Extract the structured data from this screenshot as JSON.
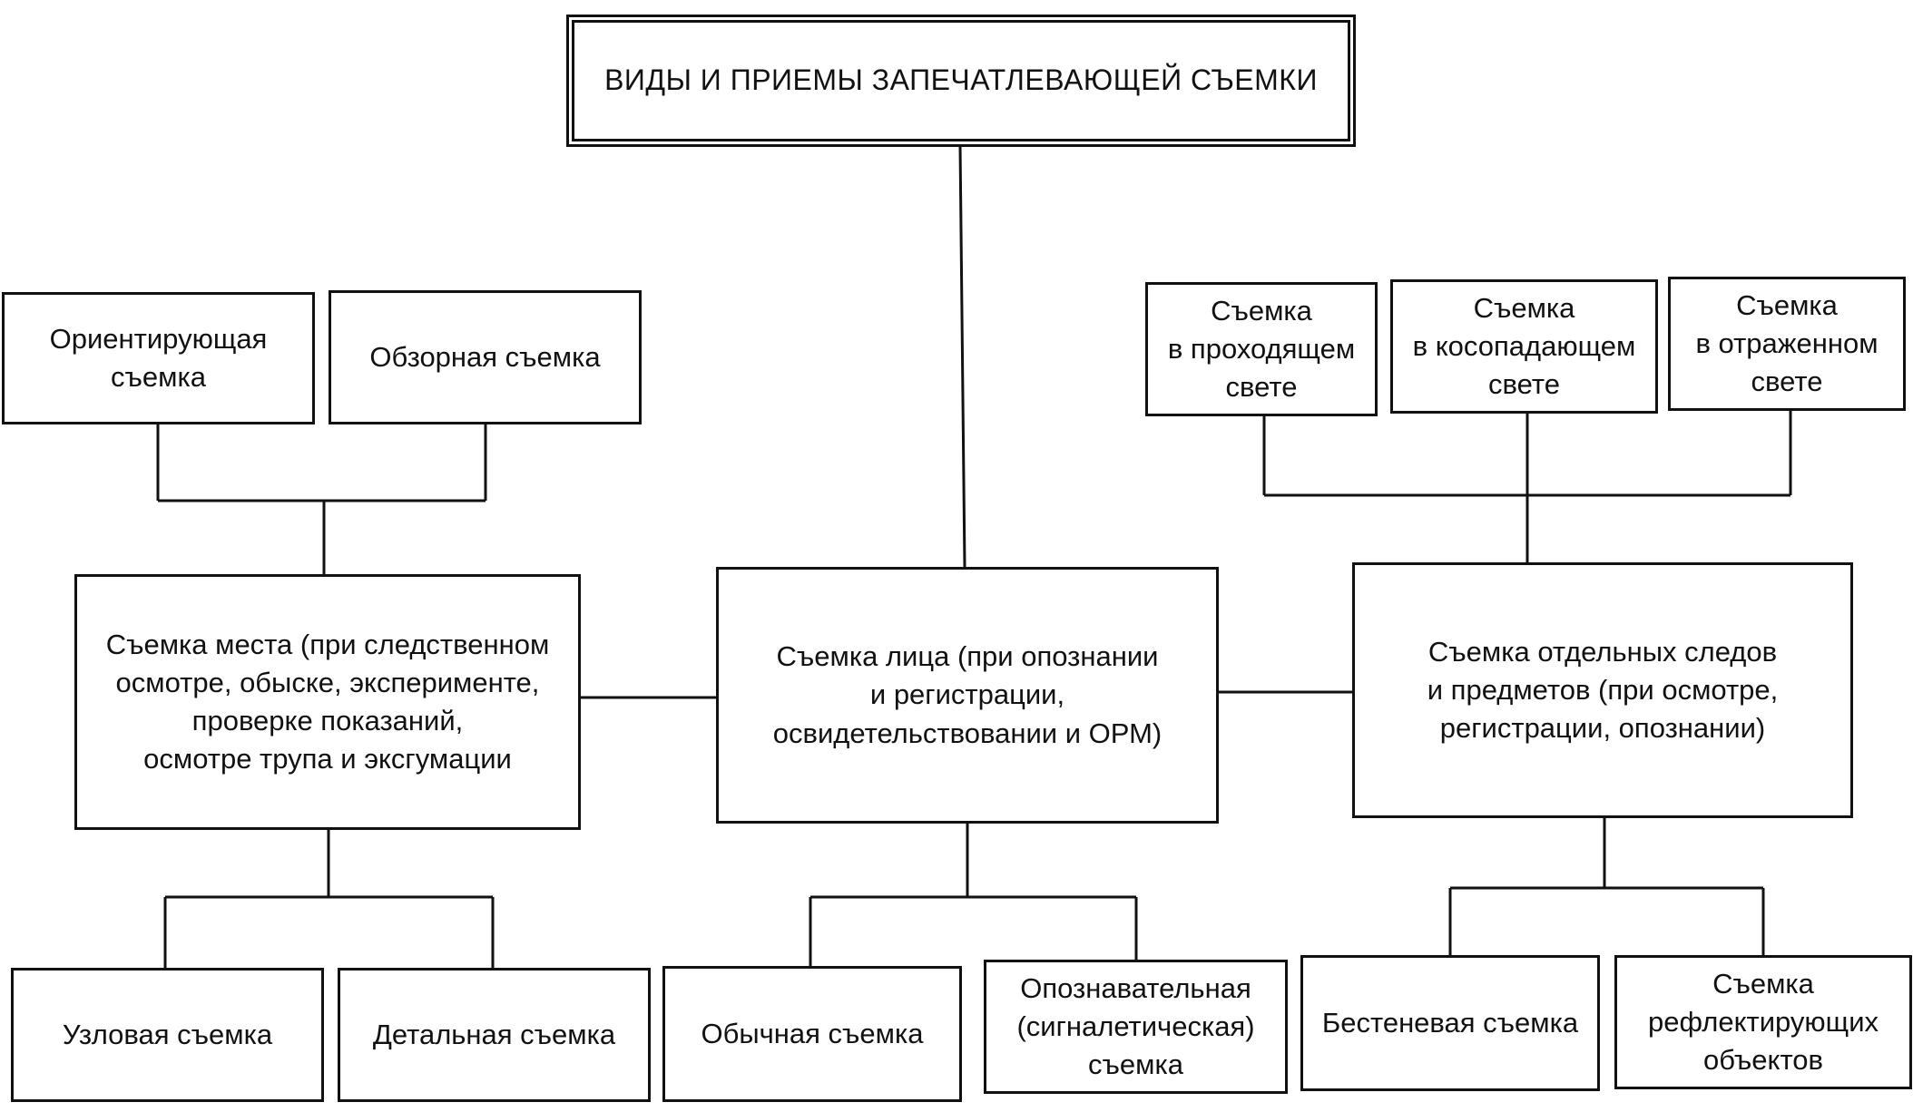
{
  "diagram": {
    "title": "ВИДЫ И ПРИЕМЫ ЗАПЕЧАТЛЕВАЮЩЕЙ СЪЕМКИ",
    "top_left": {
      "orienting": "Ориентирующая\nсъемка",
      "overview": "Обзорная съемка"
    },
    "top_right": {
      "transmitted": "Съемка\nв проходящем\nсвете",
      "oblique": "Съемка\nв косопадающем\nсвете",
      "reflected": "Съемка\nв отраженном\nсвете"
    },
    "middle": {
      "place": "Съемка места (при следственном\nосмотре, обыске, эксперименте,\nпроверке показаний,\nосмотре трупа и эксгумации",
      "face": "Съемка лица (при опознании\nи регистрации,\nосвидетельствовании и ОРМ)",
      "traces": "Съемка отдельных следов\nи предметов (при осмотре,\nрегистрации, опознании)"
    },
    "bottom": {
      "nodal": "Узловая съемка",
      "detailed": "Детальная съемка",
      "ordinary": "Обычная съемка",
      "identification": "Опознавательная\n(сигналетическая)\nсъемка",
      "shadowless": "Бестеневая съемка",
      "reflecting": "Съемка\nрефлектирующих\nобъектов"
    }
  }
}
